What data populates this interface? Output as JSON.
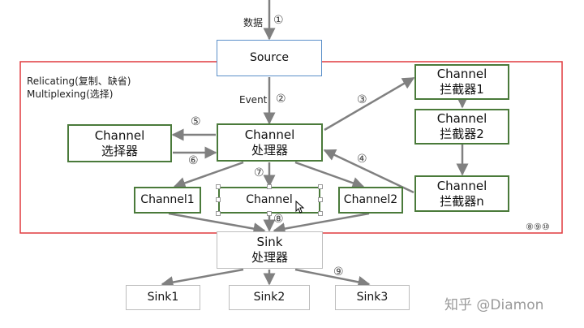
{
  "labels": {
    "data": "数据",
    "event": "Event",
    "relicating": "Relicating(复制、缺省)",
    "multiplexing": "Multiplexing(选择)",
    "watermark": "知乎 @Diamon"
  },
  "steps": {
    "s1": "①",
    "s2": "②",
    "s3": "③",
    "s4": "④",
    "s5": "⑤",
    "s6": "⑥",
    "s7": "⑦",
    "s8": "⑧",
    "s9": "⑨",
    "corner": "⑧⑨⑩"
  },
  "nodes": {
    "source": "Source",
    "channel_processor": {
      "line1": "Channel",
      "line2": "处理器"
    },
    "channel_selector": {
      "line1": "Channel",
      "line2": "选择器"
    },
    "interceptor1": {
      "line1": "Channel",
      "line2": "拦截器1"
    },
    "interceptor2": {
      "line1": "Channel",
      "line2": "拦截器2"
    },
    "interceptorn": {
      "line1": "Channel",
      "line2": "拦截器n"
    },
    "channel1": "Channel1",
    "channel": "Channel",
    "channel2": "Channel2",
    "sink_processor": {
      "line1": "Sink",
      "line2": "处理器"
    },
    "sink1": "Sink1",
    "sink2": "Sink2",
    "sink3": "Sink3"
  },
  "colors": {
    "frame": "#e03a3e",
    "node_border": "#4a7a3a",
    "source_border": "#5b8fc9",
    "sink_border": "#bdbdbd",
    "arrow": "#808080"
  }
}
